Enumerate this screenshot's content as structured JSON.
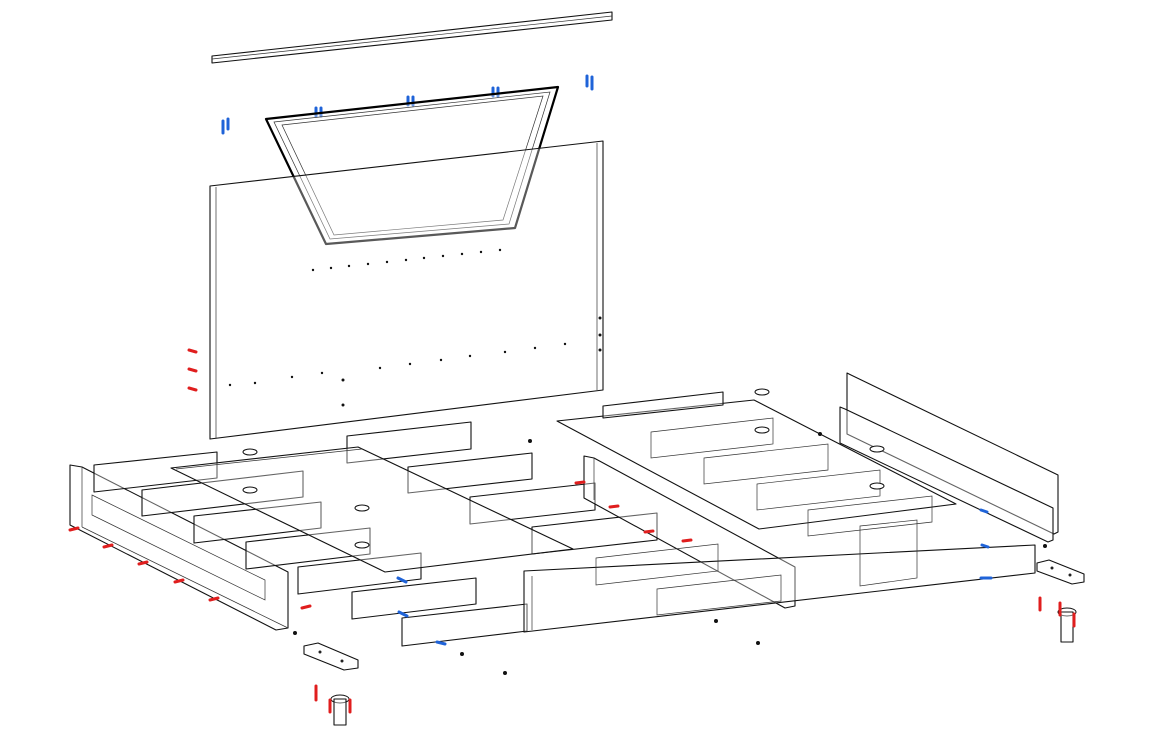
{
  "diagram": {
    "parts": [
      {
        "id": "top-rail",
        "kind": "rail"
      },
      {
        "id": "headboard-trapezoid-panel",
        "kind": "panel"
      },
      {
        "id": "headboard-back-panel",
        "kind": "panel"
      },
      {
        "id": "left-side-rail",
        "kind": "rail"
      },
      {
        "id": "right-side-rail",
        "kind": "rail"
      },
      {
        "id": "center-beam",
        "kind": "beam"
      },
      {
        "id": "foot-rail",
        "kind": "rail"
      },
      {
        "id": "slat-support-left",
        "kind": "panel"
      },
      {
        "id": "slat-support-right",
        "kind": "panel"
      },
      {
        "id": "leg-left",
        "kind": "leg"
      },
      {
        "id": "leg-right",
        "kind": "leg"
      }
    ],
    "hardware_colors": {
      "dowel": "#e01e1e",
      "bolt": "#1f63d8",
      "line": "#111111"
    }
  }
}
